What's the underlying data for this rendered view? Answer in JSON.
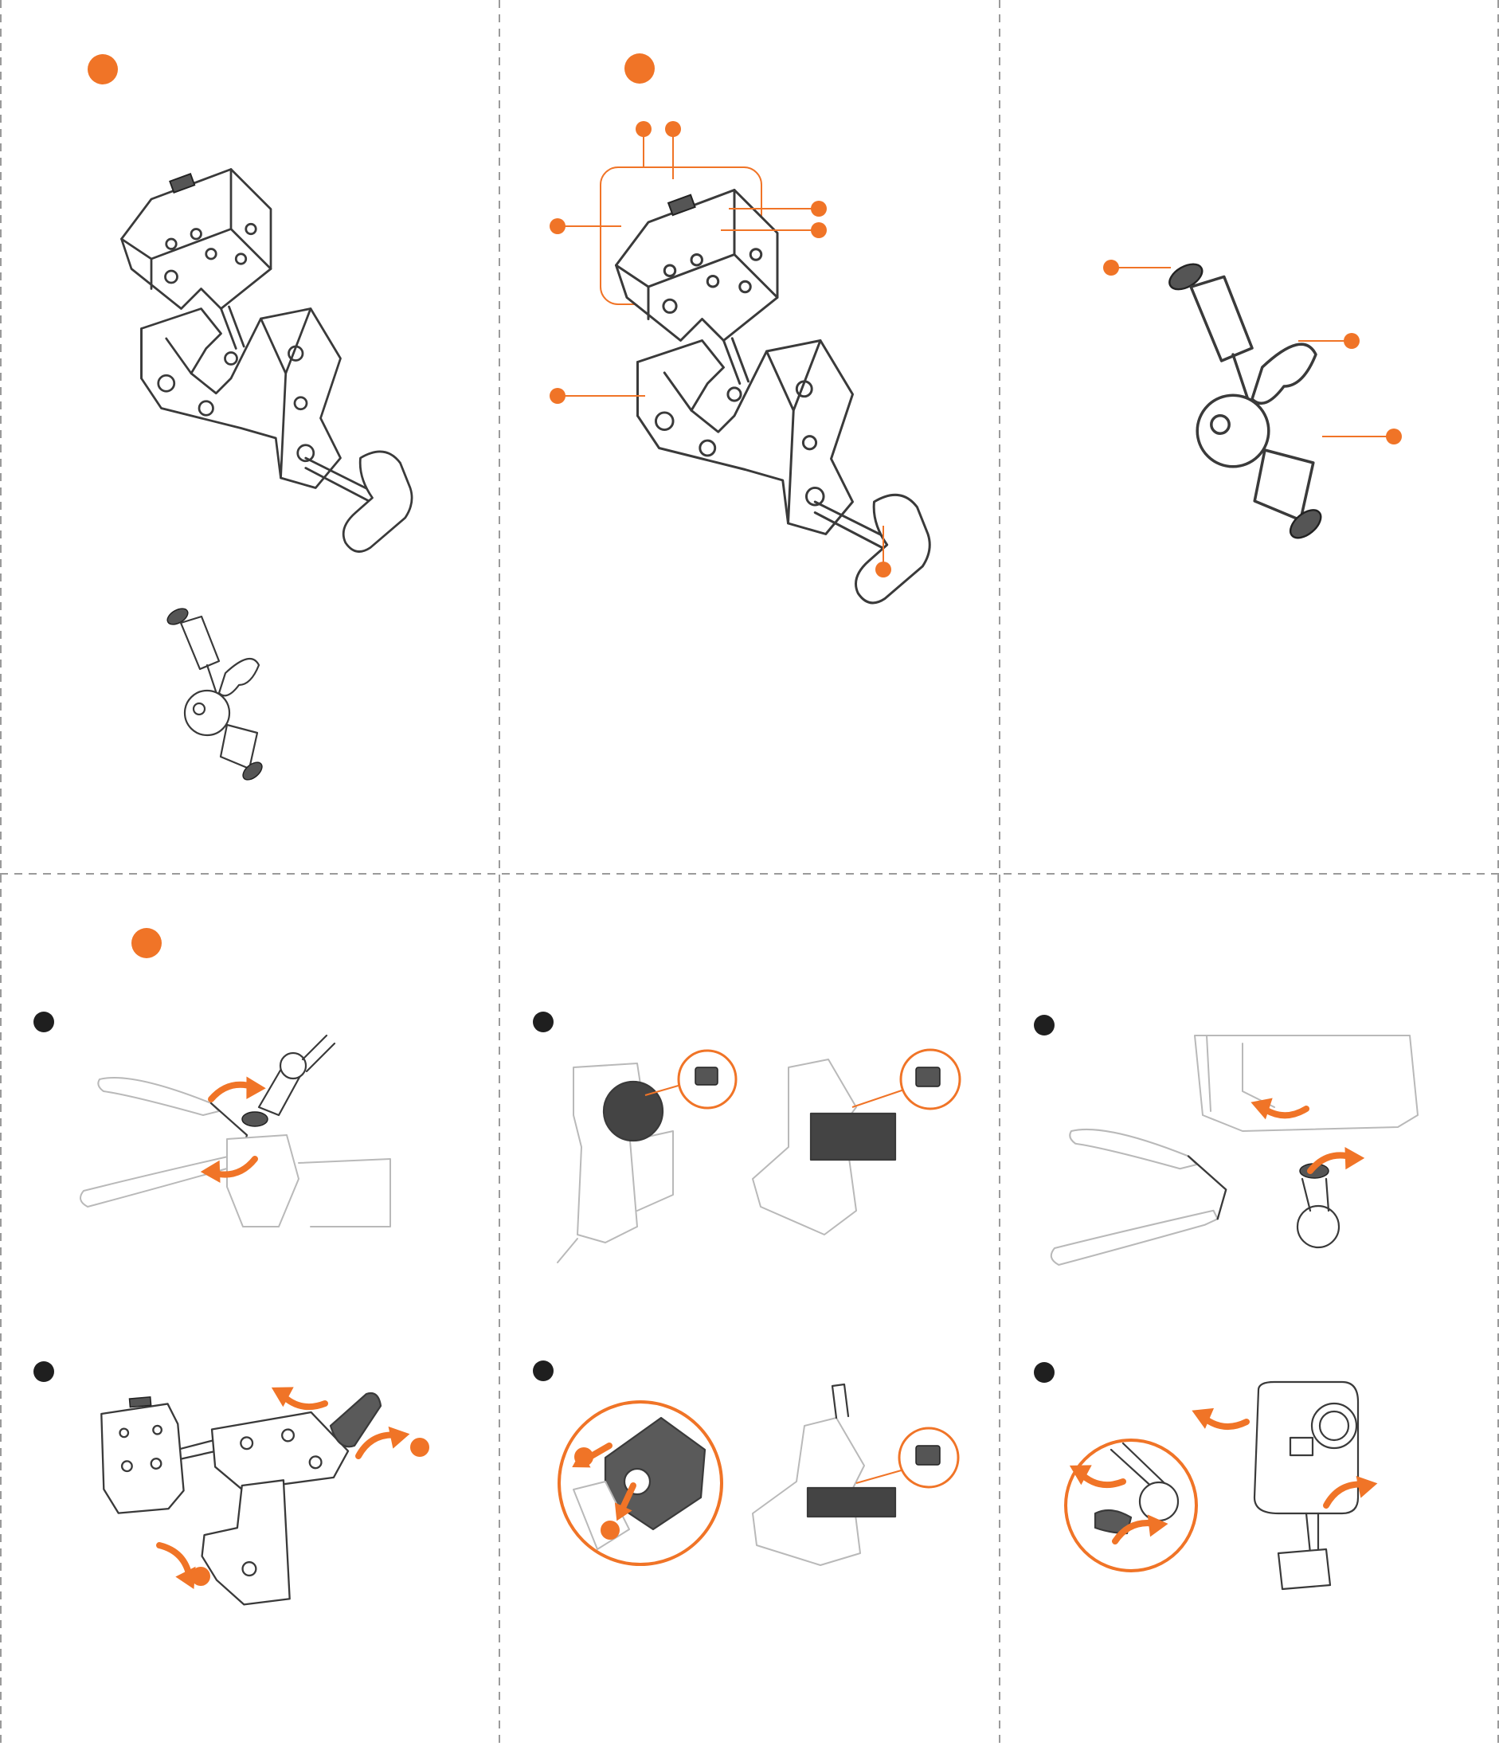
{
  "colors": {
    "accent": "#F07427",
    "line": "#3A3A3A",
    "faint": "#B9B9B9",
    "marker": "#1F1F1F",
    "pad": "#444444",
    "divider": "#9A9A9A"
  },
  "panels": [
    {
      "id": "contents",
      "marker": "accent-dot",
      "items": [
        "super-clamp",
        "magic-arm"
      ]
    },
    {
      "id": "clamp-parts",
      "marker": "accent-dot",
      "callouts": 7
    },
    {
      "id": "arm-parts",
      "marker": "none",
      "callouts": 3
    },
    {
      "id": "install-step-1",
      "marker": "accent-dot",
      "step_markers": [
        "black-dot",
        "black-dot"
      ]
    },
    {
      "id": "install-step-2",
      "marker": "none",
      "step_markers": [
        "black-dot",
        "black-dot"
      ]
    },
    {
      "id": "install-step-3",
      "marker": "none",
      "step_markers": [
        "black-dot",
        "black-dot"
      ]
    }
  ],
  "icons": [
    "super-clamp-icon",
    "magic-arm-icon",
    "pliers-icon",
    "rubber-pad-icon",
    "camera-housing-icon",
    "rotate-arrow-icon"
  ]
}
